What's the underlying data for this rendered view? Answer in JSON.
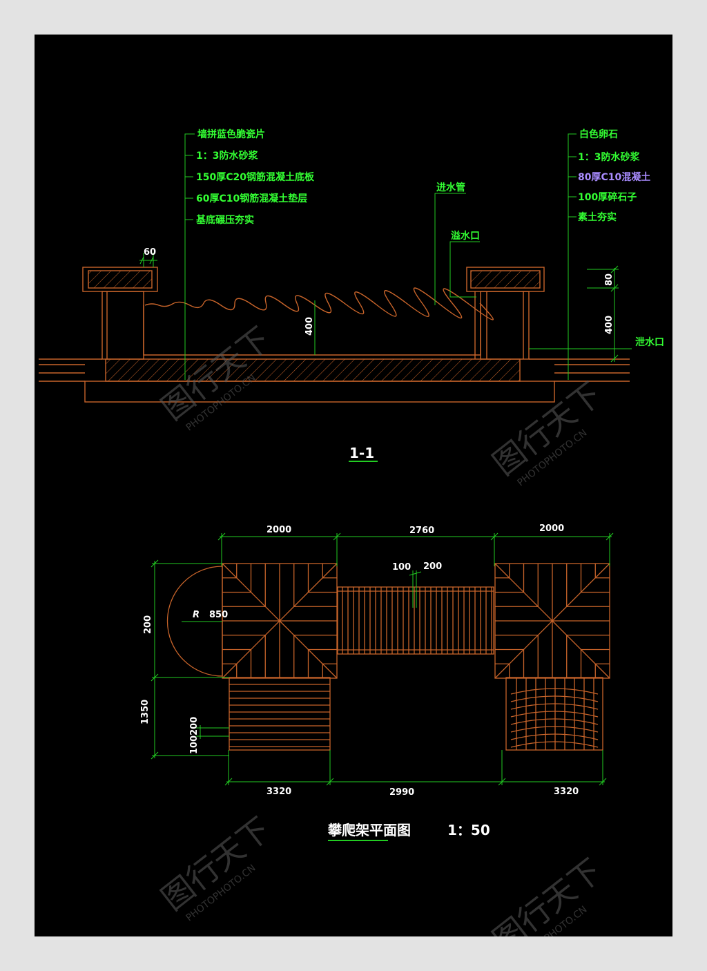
{
  "colors": {
    "background": "#000000",
    "page": "#e3e3e3",
    "structure": "#c8642a",
    "dimension": "#22cc22",
    "label_green": "#33ff33",
    "label_purple": "#a98cff",
    "dim_text": "#ffffff"
  },
  "section": {
    "left_callouts": [
      "墙拼蓝色脆瓷片",
      "1：3防水砂浆",
      "150厚C20钢筋混凝土底板",
      "60厚C10钢筋混凝土垫层",
      "基底碾压夯实"
    ],
    "right_callouts": [
      "白色卵石",
      "1：3防水砂浆",
      "80厚C10混凝土",
      "100厚碎石子",
      "素土夯实"
    ],
    "inlet_label": "进水管",
    "overflow_label": "溢水口",
    "drain_label": "泄水口",
    "drain_label_ghost": "水口",
    "ghost_char": "土",
    "dim_60": "60",
    "dim_400_pool": "400",
    "dim_80": "80",
    "dim_400_right": "400",
    "title": "1-1"
  },
  "plan": {
    "top_dims": [
      "2000",
      "2760",
      "2000"
    ],
    "bottom_dims": [
      "3320",
      "2990",
      "3320"
    ],
    "left_dim_200": "200",
    "left_dim_1350": "1350",
    "left_dim_100200": "100200",
    "slat_dim_100": "100",
    "slat_dim_200": "200",
    "radius_prefix": "R",
    "radius_value": "850",
    "title": "攀爬架平面图",
    "scale": "1：50"
  },
  "watermark": {
    "brand": "图行天下",
    "site": "PHOTOPHOTO.CN"
  }
}
